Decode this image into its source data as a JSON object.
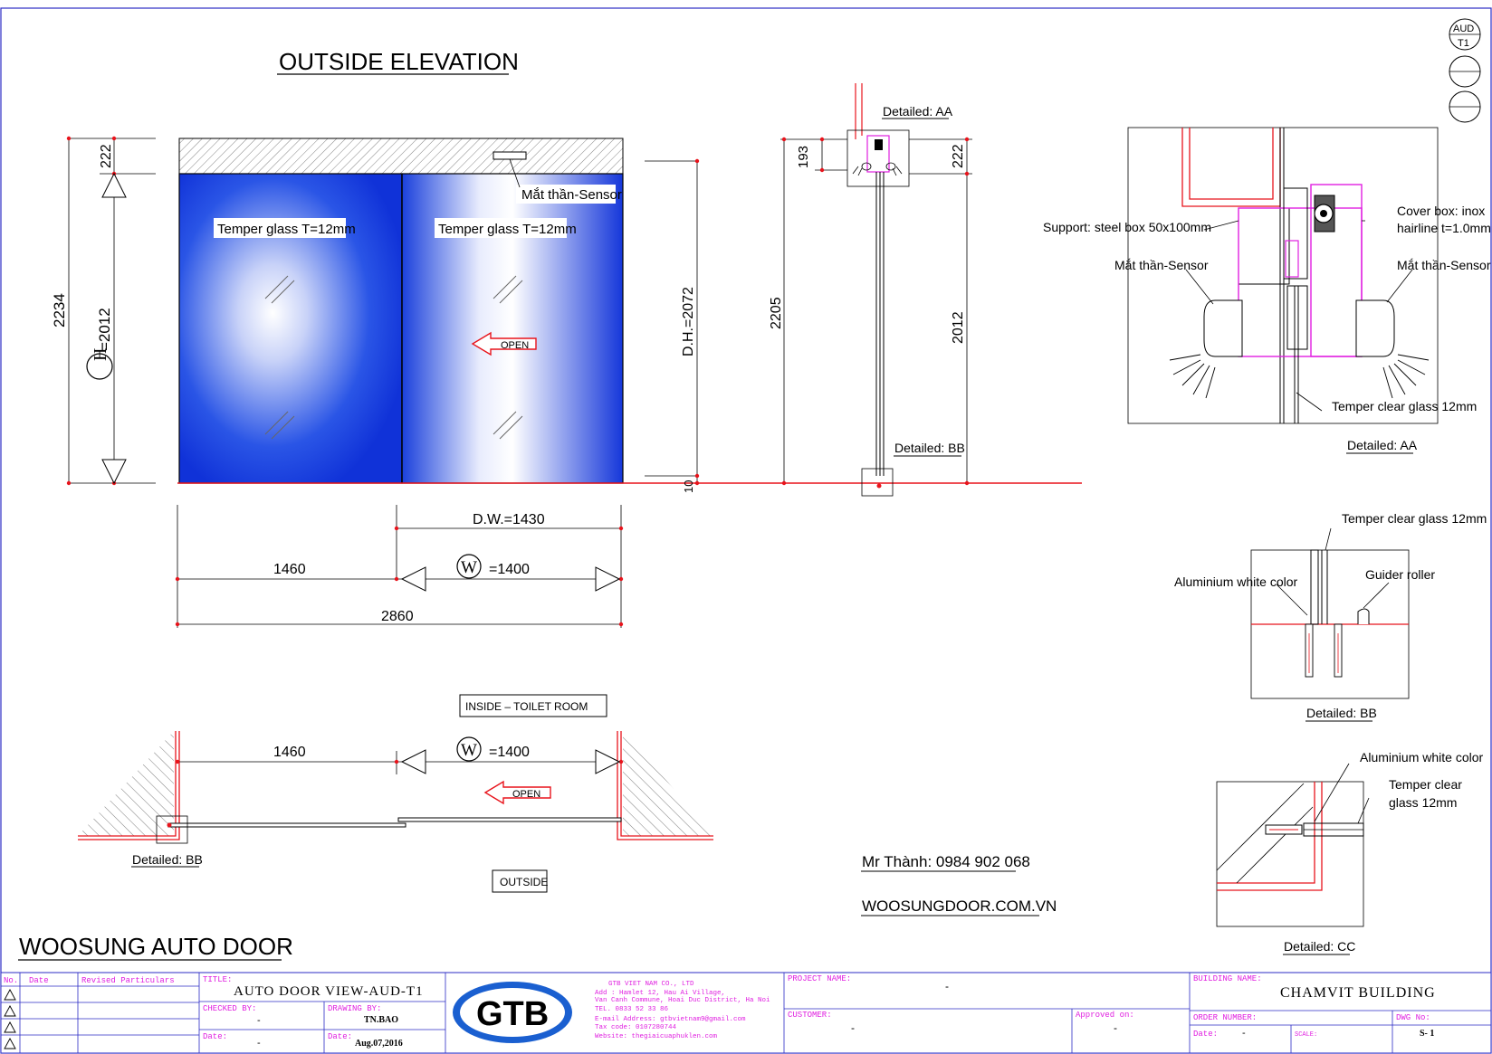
{
  "sheet": {
    "elevation_title": "OUTSIDE ELEVATION",
    "company_heading": "WOOSUNG AUTO DOOR",
    "contact_phone": "Mr Thành: 0984 902 068",
    "website": "WOOSUNGDOOR.COM.VN",
    "revision_symbol": {
      "top": "AUD",
      "bottom": "T1"
    }
  },
  "elevation": {
    "glass_left": "Temper glass T=12mm",
    "glass_right": "Temper glass T=12mm",
    "sensor": "Mắt thần-Sensor",
    "open_label": "OPEN",
    "dim_top": "222",
    "dim_total": "2234",
    "dim_h_symbol": "H",
    "dim_h_value": "=2012",
    "dim_dh": "D.H.=2072",
    "dim_floor": "10",
    "dim_dw": "D.W.=1430",
    "dim_left": "1460",
    "dim_w_symbol": "W",
    "dim_w_value": "=1400",
    "dim_overall": "2860"
  },
  "section": {
    "detail_aa": "Detailed: AA",
    "detail_bb": "Detailed: BB",
    "dim_193": "193",
    "dim_222": "222",
    "dim_2205": "2205",
    "dim_2012": "2012"
  },
  "plan": {
    "inside_label": "INSIDE  –  TOILET ROOM",
    "outside_label": "OUTSIDE",
    "open_label": "OPEN",
    "dim_left": "1460",
    "dim_w_symbol": "W",
    "dim_w_value": "=1400",
    "detail_bb": "Detailed: BB"
  },
  "detail_aa": {
    "support": "Support: steel box 50x100mm",
    "cover_box_1": "Cover box: inox",
    "cover_box_2": "hairline t=1.0mm",
    "sensor_left": "Mắt thần-Sensor",
    "sensor_right": "Mắt thần-Sensor",
    "glass": "Temper clear glass 12mm",
    "caption": "Detailed: AA"
  },
  "detail_bb": {
    "glass": "Temper clear glass 12mm",
    "aluminium": "Aluminium white color",
    "roller": "Guider roller",
    "caption": "Detailed: BB"
  },
  "detail_cc": {
    "aluminium": "Aluminium white color",
    "glass_1": "Temper clear",
    "glass_2": "glass 12mm",
    "caption": "Detailed: CC"
  },
  "title_block": {
    "rev_headers": [
      "No.",
      "Date",
      "Revised Particulars"
    ],
    "title_label": "TITLE:",
    "title_value": "AUTO DOOR VIEW-AUD-T1",
    "checked_label": "CHECKED BY:",
    "checked_value": "-",
    "drawing_label": "DRAWING BY:",
    "drawing_value": "TN.BAO",
    "date_label_1": "Date:",
    "date_value_1": "-",
    "date_label_2": "Date:",
    "date_value_2": "Aug.07,2016",
    "logo_text": "GTB",
    "company_name": "GTB VIET NAM CO., LTD",
    "company_addr_1": "Add : Hamlet 12, Hau Ai Village,",
    "company_addr_2": "Van Canh Commune, Hoai Duc District, Ha Noi",
    "company_tel": "TEL. 0833 52 33 86",
    "company_email": "E-mail Address: gtbvietnam9@gmail.com",
    "company_tax": "Tax code: 0107280744",
    "company_web": "Website: thegiaicuaphuklen.com",
    "project_label": "PROJECT NAME:",
    "project_value": "-",
    "customer_label": "CUSTOMER:",
    "customer_value": "-",
    "approved_label": "Approved on:",
    "approved_value": "-",
    "building_label": "BUILDING NAME:",
    "building_value": "CHAMVIT  BUILDING",
    "order_label": "ORDER NUMBER:",
    "dwg_label": "DWG No:",
    "dwg_value": "S- 1",
    "date3_label": "Date:",
    "date3_value": "-",
    "scale_label": "SCALE:"
  },
  "colors": {
    "dimension_red": "#e8141c",
    "border_blue": "#2b2bc4",
    "glass_blue": "#1844e0",
    "magenta": "#e020e0",
    "logo_blue": "#1a5fd0",
    "logo_red": "#e02020"
  }
}
